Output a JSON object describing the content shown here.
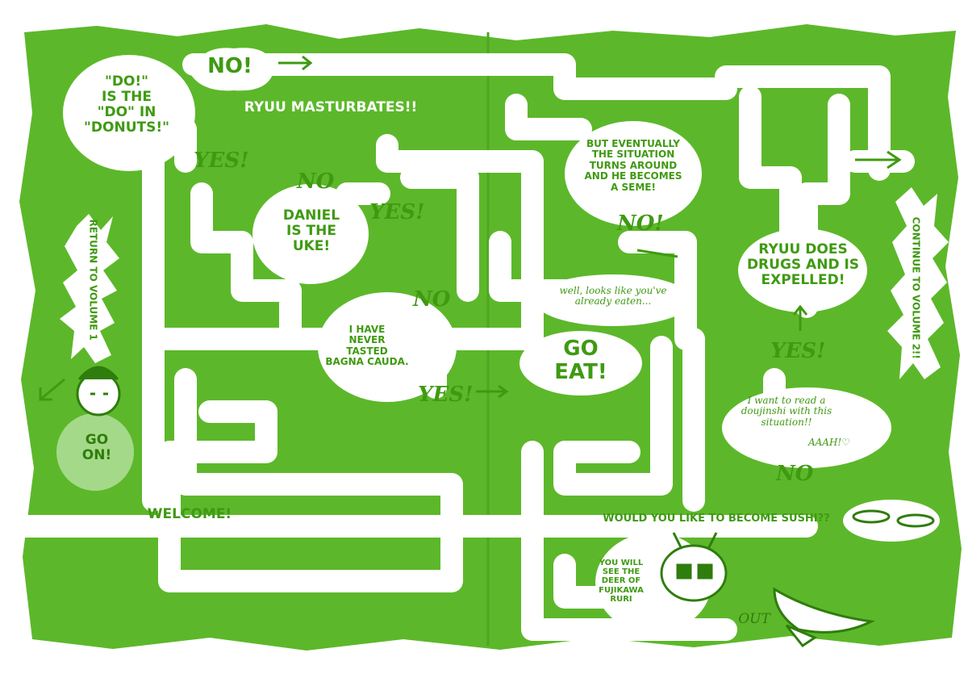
{
  "colors": {
    "green": "#5cb82a",
    "dark_green": "#3f9a12",
    "path": "#ffffff"
  },
  "maze": {
    "title_start": "WELCOME!",
    "do_donuts": "\"DO!\"\nIS THE\n\"DO\" IN\n\"DONUTS!\"",
    "masturbates": "RYUU MASTURBATES!!",
    "daniel_uke": "DANIEL\nIS THE\nUKE!",
    "eventually": "BUT EVENTUALLY\nTHE SITUATION\nTURNS AROUND\nAND HE BECOMES\nA SEME!",
    "drugs": "RYUU DOES\nDRUGS AND IS\nEXPELLED!",
    "bagna": "I HAVE\nNEVER\nTASTED\nBAGNA CAUDA.",
    "already_eaten": "well, looks like you've\nalready eaten...",
    "go_eat": "GO\nEAT!",
    "doujinshi": "I want to read a\ndoujinshi with this\nsituation!!",
    "aaah": "AAAH!♡",
    "sushi": "WOULD YOU LIKE TO BECOME SUSHI??",
    "deer": "YOU WILL\nSEE THE\nDEER OF\nFUJIKAWA\nRURI",
    "return_vol1": "RETURN TO VOLUME 1",
    "continue_vol2": "CONTINUE TO VOLUME 2!!",
    "go_on": "GO\nON!",
    "out": "OUT",
    "yes": "YES!",
    "no": "NO",
    "no_excl": "NO!"
  }
}
